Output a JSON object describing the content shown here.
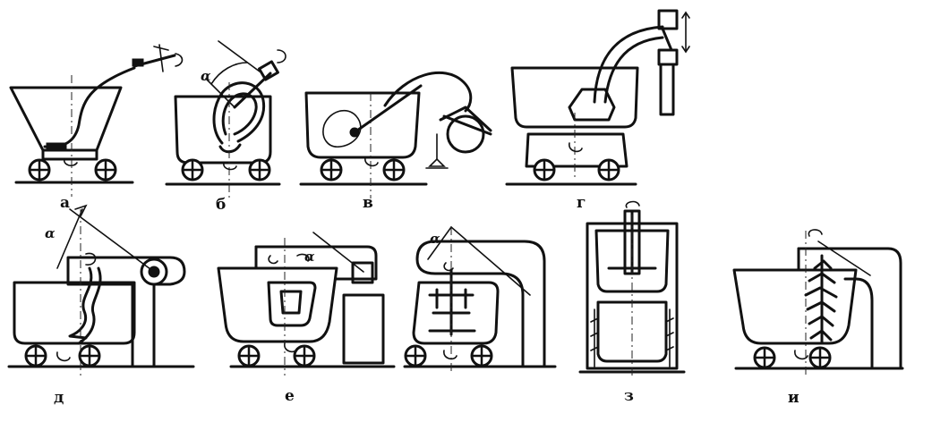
{
  "panels": {
    "a": {
      "label": "а"
    },
    "b": {
      "label": "б",
      "angle": "α"
    },
    "v": {
      "label": "в"
    },
    "g": {
      "label": "г"
    },
    "d": {
      "label": "д",
      "angle": "α"
    },
    "e": {
      "label": "е",
      "angle": "α"
    },
    "zh": {
      "label": "",
      "angle": "α"
    },
    "z": {
      "label": "з"
    },
    "i": {
      "label": "и"
    }
  },
  "colors": {
    "ink": "#111111",
    "paper": "#ffffff"
  }
}
